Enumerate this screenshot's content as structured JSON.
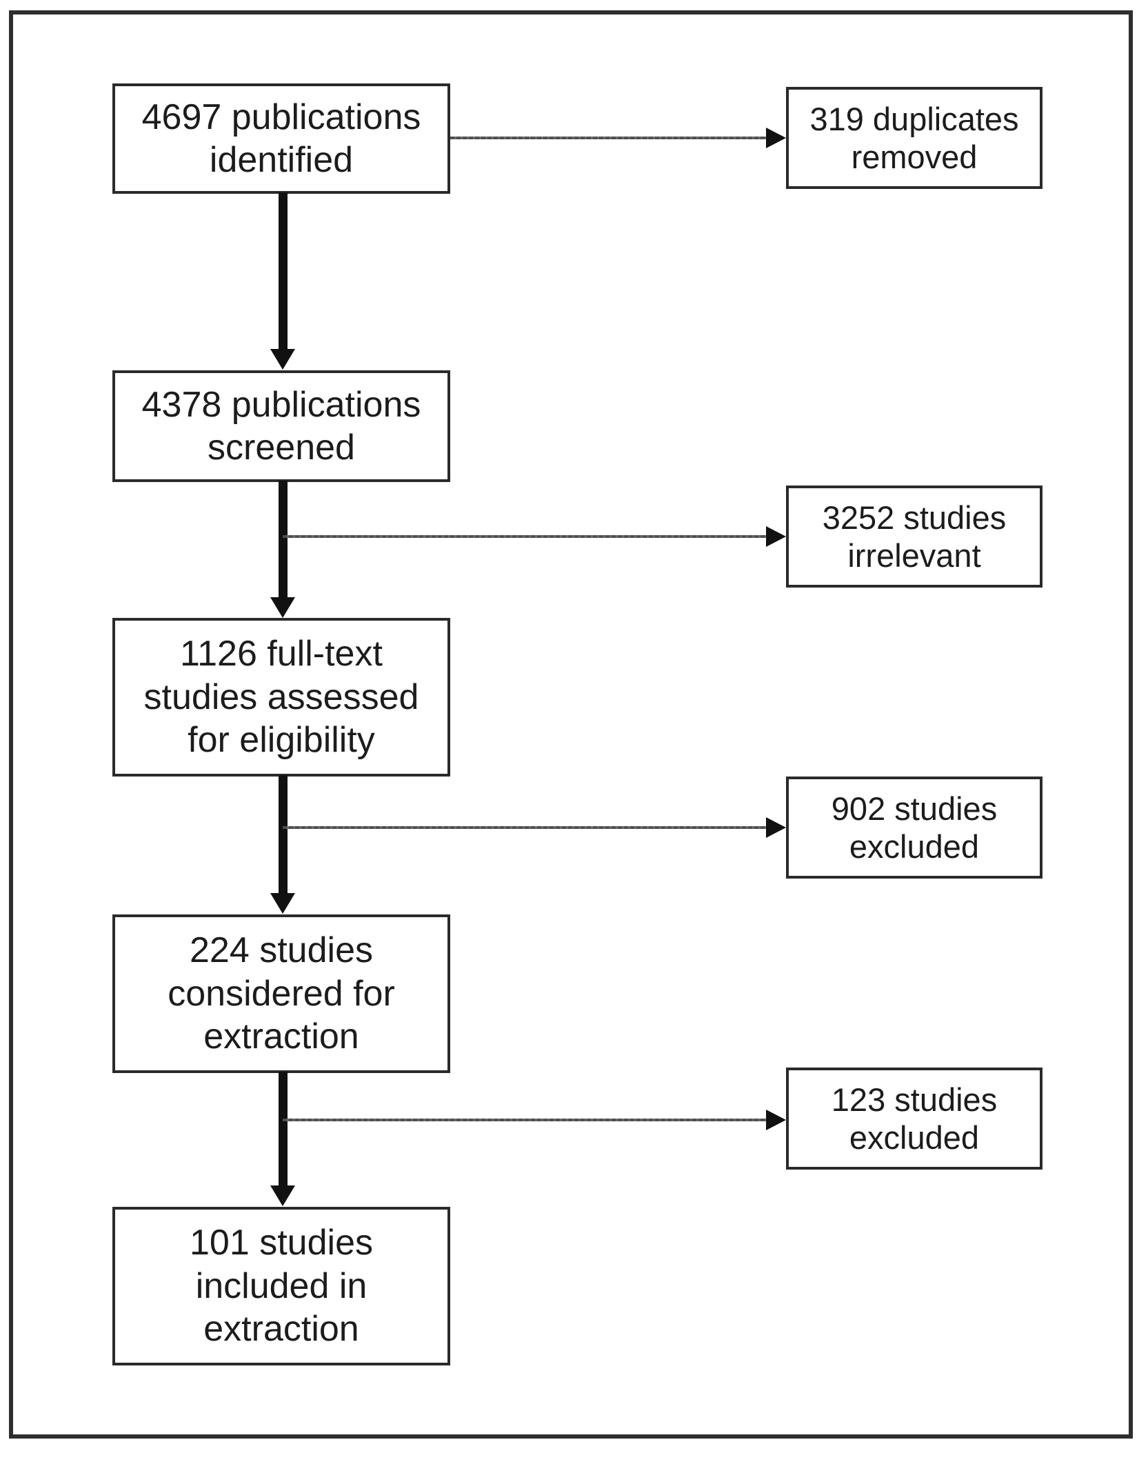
{
  "diagram": {
    "kind": "study-selection-flowchart",
    "colors": {
      "background": "#ffffff",
      "box_border": "#2a2a2a",
      "frame_border": "#2e2e2e",
      "text": "#1c1c1c",
      "down_arrow": "#111111",
      "side_arrow_line": "#5c5c5c"
    },
    "main_boxes": [
      {
        "id": "identified",
        "count": 4697,
        "label": "4697 publications\nidentified"
      },
      {
        "id": "screened",
        "count": 4378,
        "label": "4378 publications\nscreened"
      },
      {
        "id": "fulltext",
        "count": 1126,
        "label": "1126 full-text\nstudies assessed\nfor eligibility"
      },
      {
        "id": "considered",
        "count": 224,
        "label": "224 studies\nconsidered for\nextraction"
      },
      {
        "id": "included",
        "count": 101,
        "label": "101 studies\nincluded in\nextraction"
      }
    ],
    "side_boxes": [
      {
        "id": "duplicates-removed",
        "count": 319,
        "label": "319 duplicates\nremoved"
      },
      {
        "id": "irrelevant",
        "count": 3252,
        "label": "3252 studies\nirrelevant"
      },
      {
        "id": "excluded-902",
        "count": 902,
        "label": "902 studies\nexcluded"
      },
      {
        "id": "excluded-123",
        "count": 123,
        "label": "123 studies\nexcluded"
      }
    ]
  }
}
